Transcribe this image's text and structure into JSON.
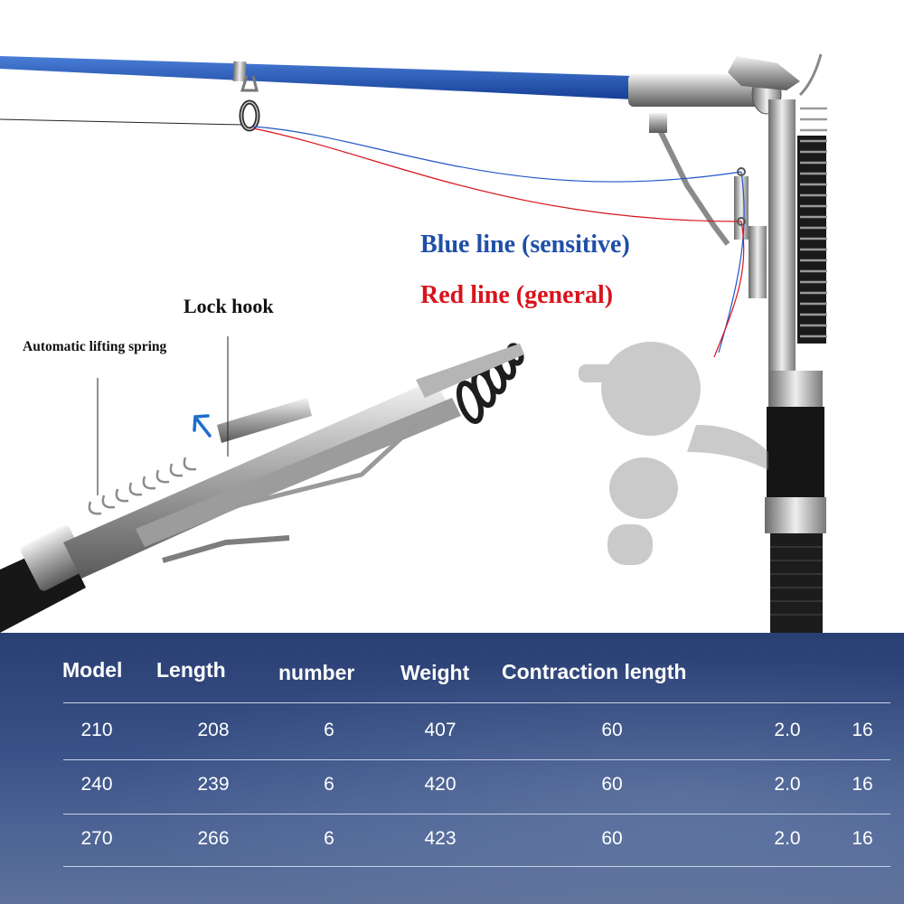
{
  "callouts": {
    "lock_hook": "Lock hook",
    "lifting_spring": "Automatic lifting spring",
    "blue_line": "Blue line (sensitive)",
    "red_line": "Red line (general)"
  },
  "colors": {
    "rod_blue": "#1f4fa8",
    "blue_line": "#1f4fa8",
    "red_line": "#d8141c",
    "panel_top": "#2a3f73",
    "panel_bottom": "#5d7199"
  },
  "spec_table": {
    "headers": [
      "Model",
      "Length",
      "number",
      "Weight",
      "Contraction length"
    ],
    "rows": [
      [
        "210",
        "208",
        "6",
        "407",
        "60",
        "2.0",
        "16"
      ],
      [
        "240",
        "239",
        "6",
        "420",
        "60",
        "2.0",
        "16"
      ],
      [
        "270",
        "266",
        "6",
        "423",
        "60",
        "2.0",
        "16"
      ]
    ]
  }
}
